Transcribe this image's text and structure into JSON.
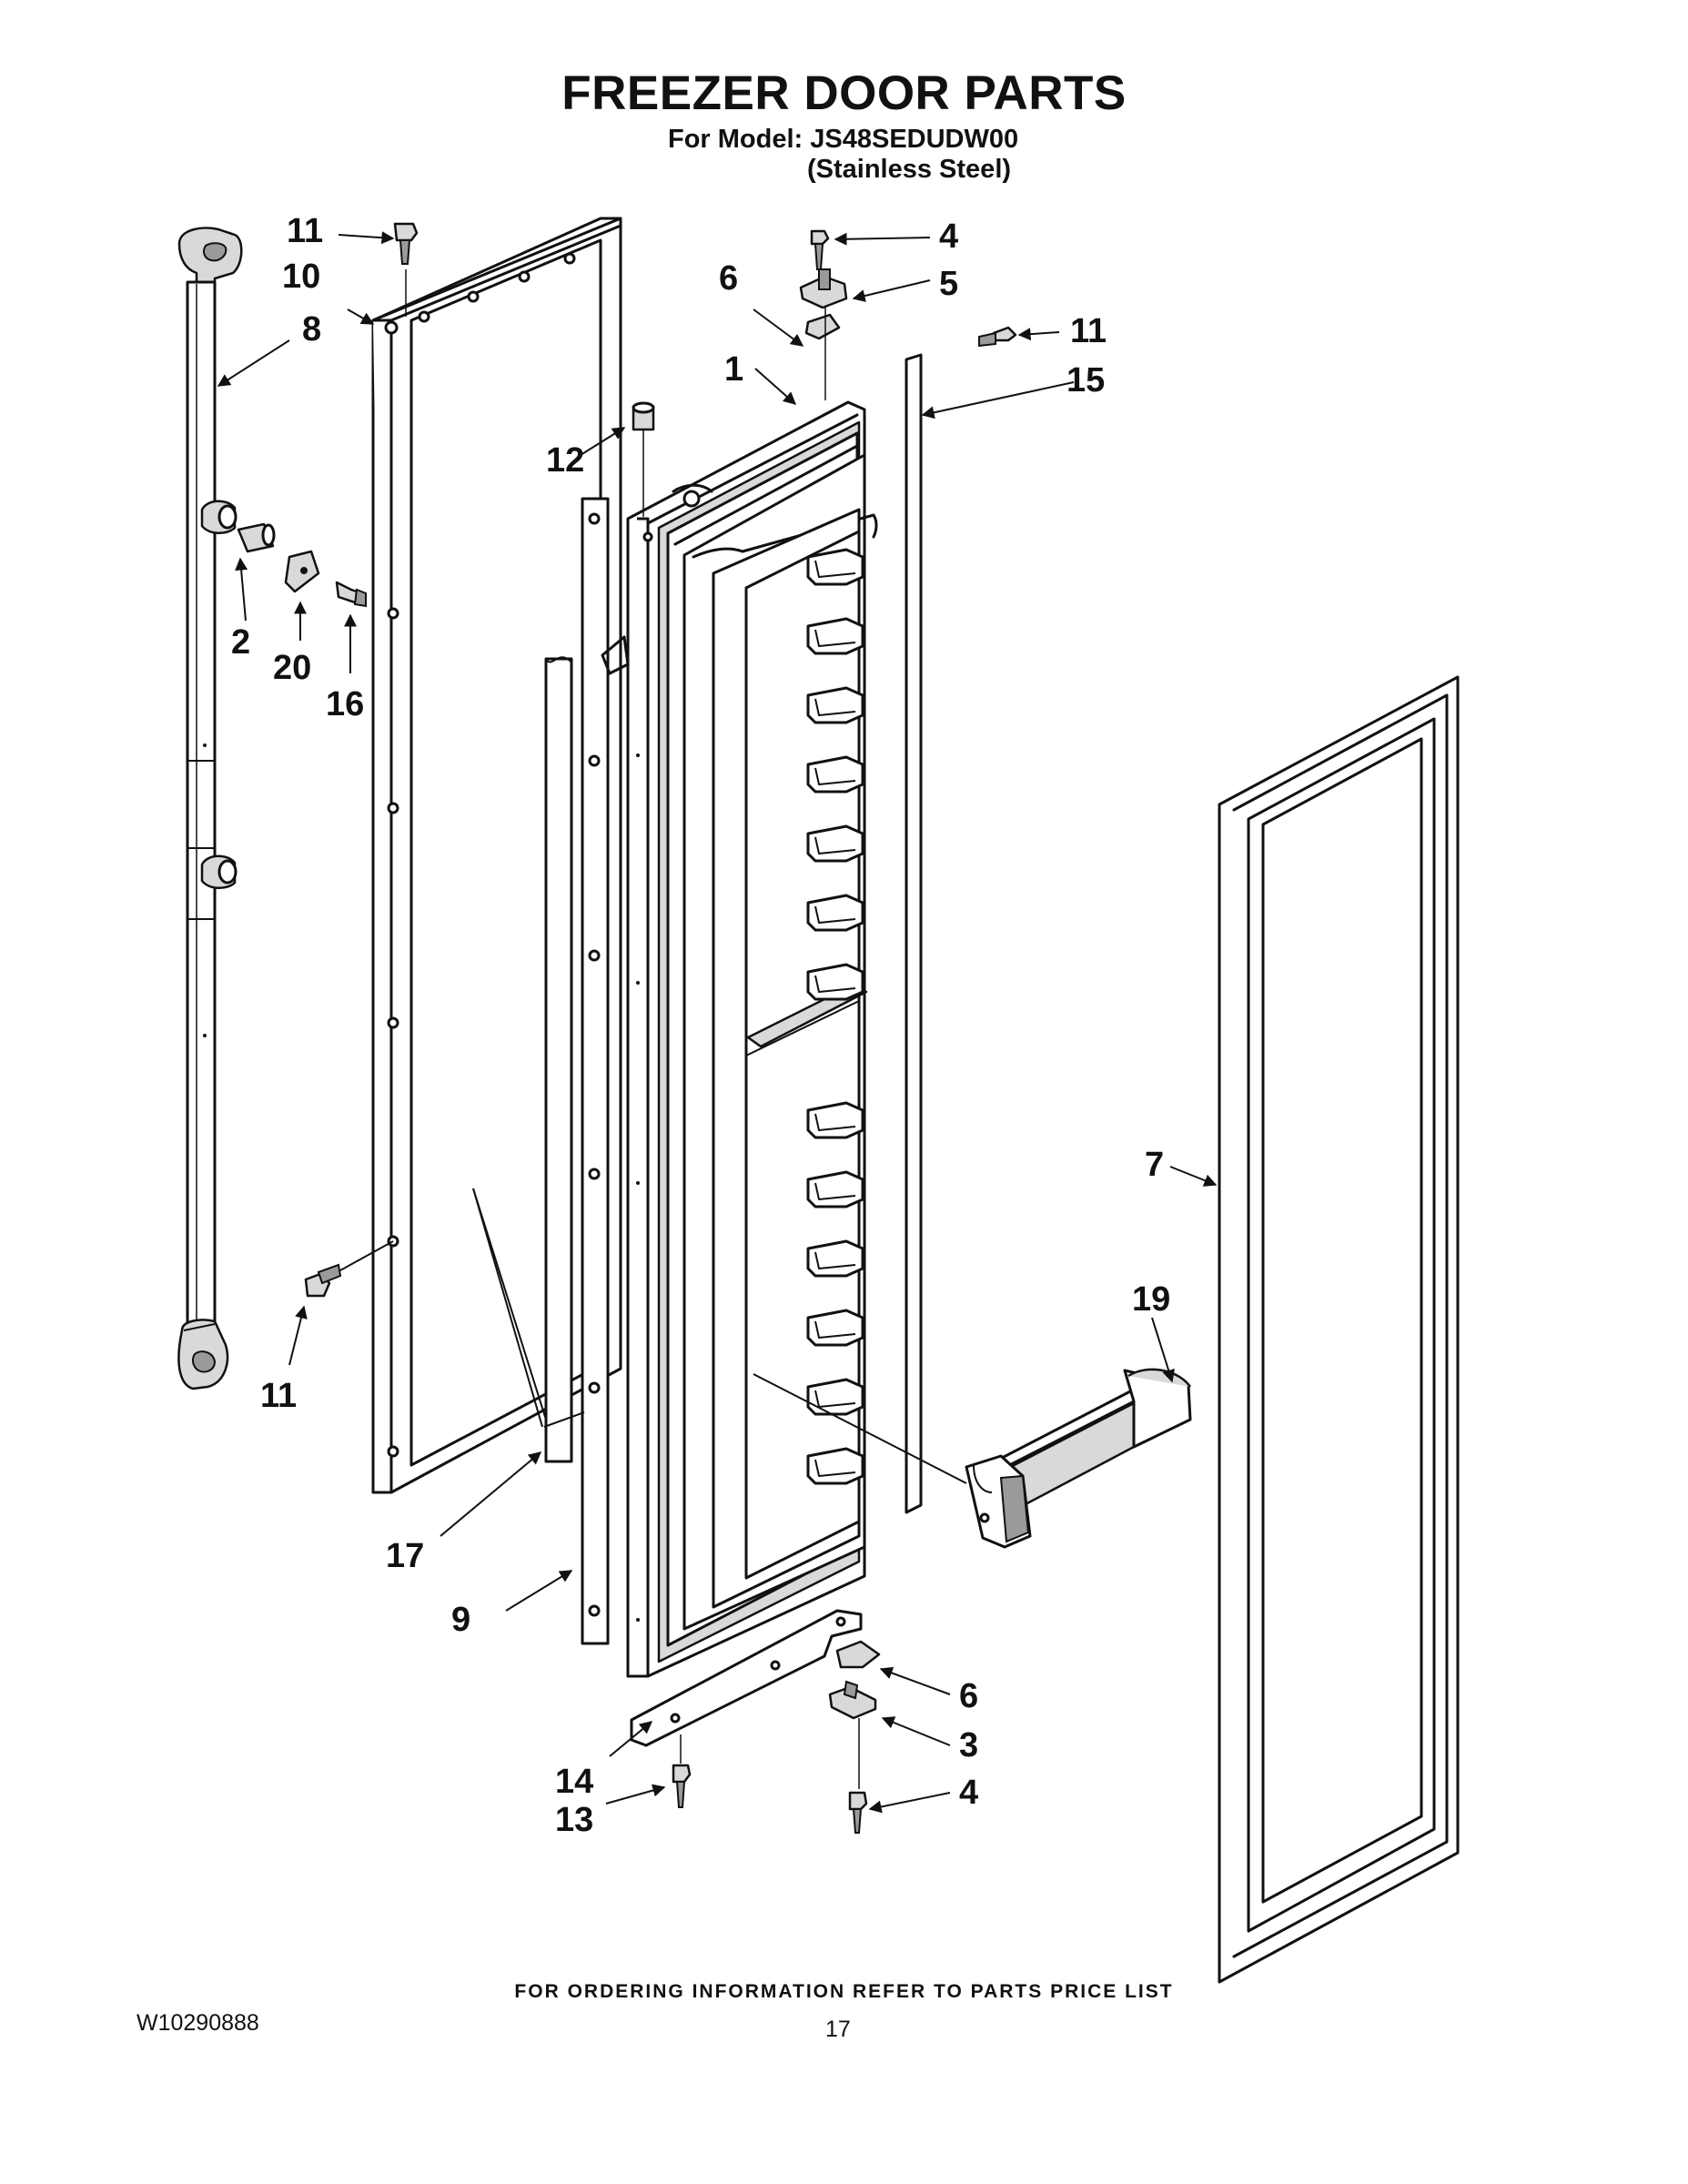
{
  "title": "FREEZER DOOR PARTS",
  "model_line": "For Model: JS48SEDUDW00",
  "model_variant": "(Stainless Steel)",
  "footer": {
    "ordering_note": "FOR ORDERING INFORMATION REFER TO PARTS PRICE LIST",
    "document_number": "W10290888",
    "page_number": "17"
  },
  "callouts": [
    "11",
    "10",
    "8",
    "4",
    "6",
    "5",
    "11",
    "1",
    "15",
    "12",
    "2",
    "20",
    "16",
    "7",
    "19",
    "11",
    "17",
    "9",
    "6",
    "3",
    "14",
    "13",
    "4"
  ]
}
